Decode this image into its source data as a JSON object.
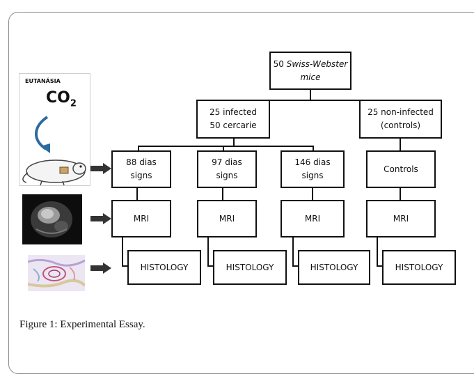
{
  "diagram": {
    "root": {
      "line1": "50",
      "line1_italic": "Swiss-Webster",
      "line2": "mice"
    },
    "infected": {
      "line1": "25 infected",
      "line2": "50 cercarie"
    },
    "noninfected": {
      "line1": "25 non-infected",
      "line2": "(controls)"
    },
    "groups": [
      {
        "line1": "88 dias",
        "line2": "signs"
      },
      {
        "line1": "97 dias",
        "line2": "signs"
      },
      {
        "line1": "146 dias",
        "line2": "signs"
      },
      {
        "line1": "Controls",
        "line2": ""
      }
    ],
    "mri_label": "MRI",
    "histology_label": "HISTOLOGY",
    "euthanasia": {
      "title": "EUTANÁSIA",
      "co": "CO",
      "sub": "2"
    }
  },
  "caption": "Figure 1: Experimental Essay."
}
